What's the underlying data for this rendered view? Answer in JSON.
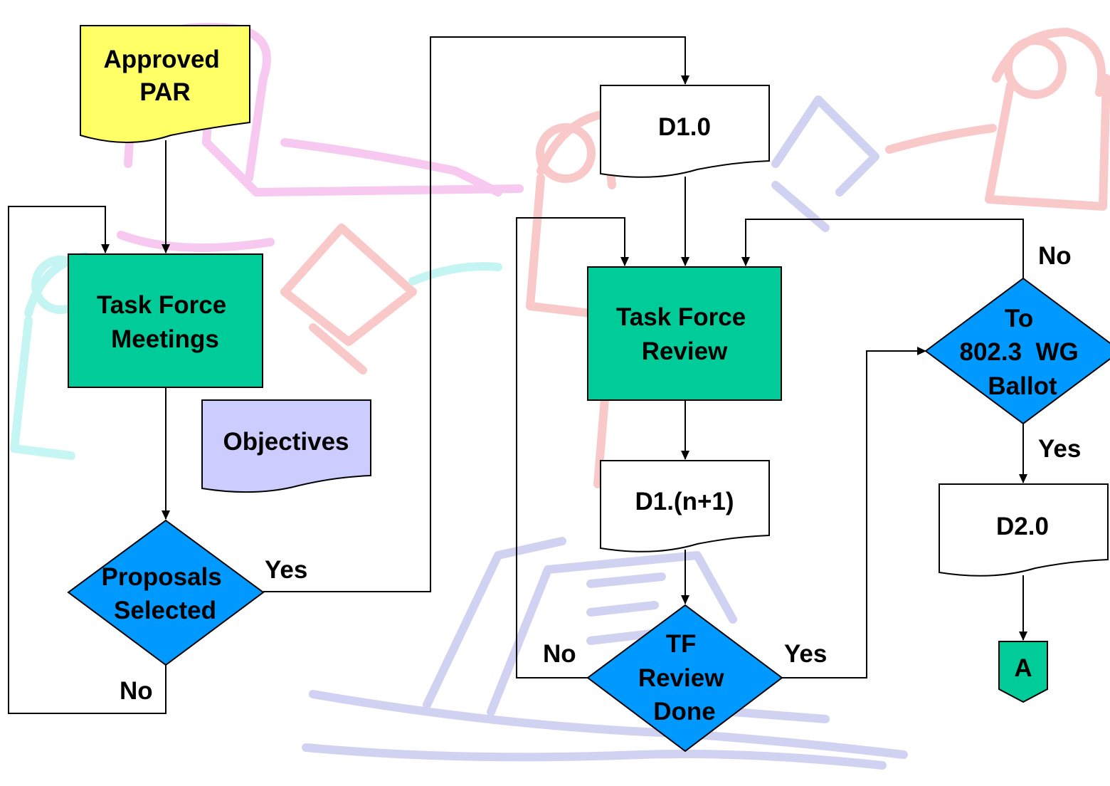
{
  "colors": {
    "yellow": "#ffff66",
    "green": "#00cc99",
    "blue": "#0099ff",
    "lavender": "#ccccff",
    "white": "#ffffff",
    "bg_pink": "#f7c6f0",
    "bg_red": "#f9c6c6",
    "bg_blue": "#cfd0f2",
    "bg_cyan": "#c2f5f3"
  },
  "nodes": {
    "approved_par": [
      "Approved",
      "PAR"
    ],
    "tf_meetings": [
      "Task Force",
      "Meetings"
    ],
    "objectives": [
      "Objectives"
    ],
    "proposals_selected": [
      "Proposals",
      "Selected"
    ],
    "d1_0": [
      "D1.0"
    ],
    "tf_review": [
      "Task Force",
      "Review"
    ],
    "d1_n1": [
      "D1.(n+1)"
    ],
    "tf_review_done": [
      "TF",
      "Review",
      "Done"
    ],
    "wg_ballot": [
      "To",
      "802.3  WG",
      "Ballot"
    ],
    "d2_0": [
      "D2.0"
    ],
    "connector_a": [
      "A"
    ]
  },
  "edge_labels": {
    "proposals_yes": "Yes",
    "proposals_no": "No",
    "review_done_no": "No",
    "review_done_yes": "Yes",
    "ballot_no": "No",
    "ballot_yes": "Yes"
  }
}
